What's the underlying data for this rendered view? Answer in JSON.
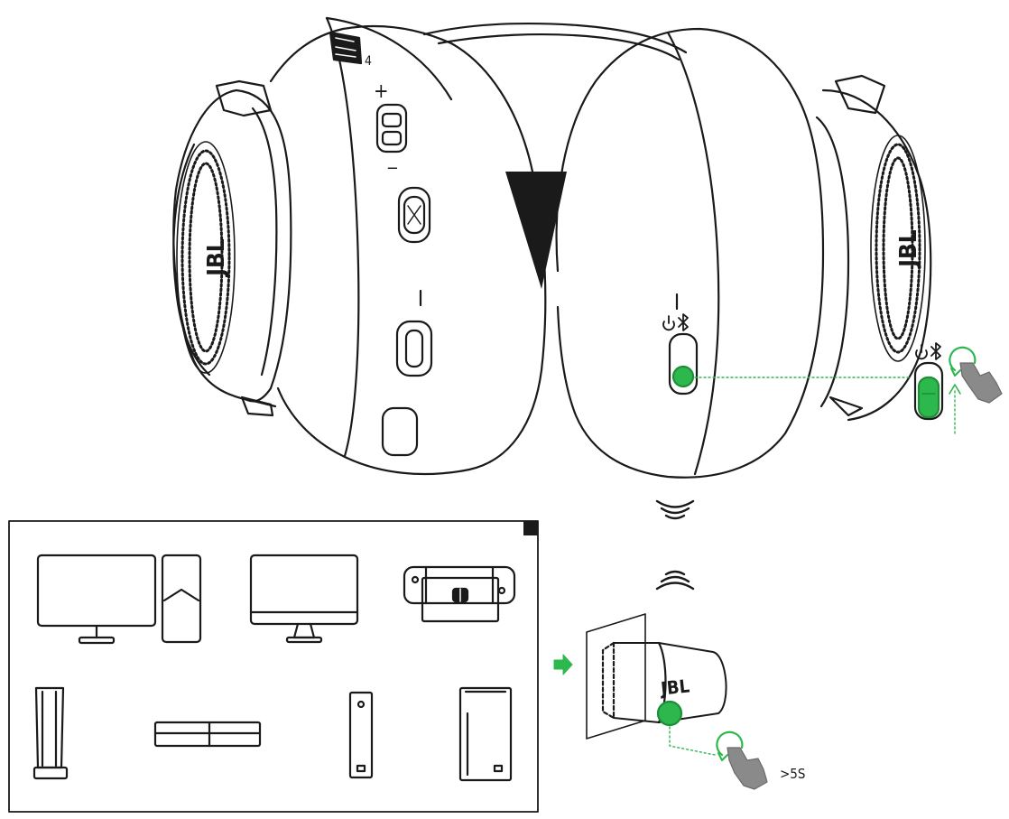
{
  "headset": {
    "left_logo": "JBL",
    "right_logo": "JBL",
    "volume_plus": "+",
    "volume_minus": "−"
  },
  "dongle": {
    "logo": "JBL",
    "hold_duration": ">5S"
  },
  "colors": {
    "accent": "#2db84d",
    "accent_dark": "#1f8e38",
    "line": "#1a1a1a",
    "hand_gray": "#8a8a8a"
  },
  "icons": [
    "power-bluetooth-icon",
    "wireless-signal-icon",
    "tap-hand-icon",
    "arrow-right-icon"
  ],
  "devices": [
    "pc-monitor",
    "pc-tower",
    "mac-monitor",
    "nintendo-switch",
    "ps5-console",
    "xbox-one-console",
    "xbox-series-s",
    "xbox-series-x"
  ]
}
